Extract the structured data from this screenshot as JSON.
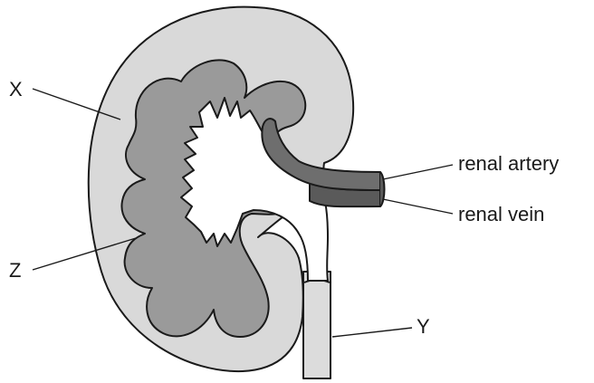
{
  "labels": {
    "x": "X",
    "y": "Y",
    "z": "Z",
    "renal_artery": "renal artery",
    "renal_vein": "renal vein"
  },
  "colors": {
    "cortex": "#d9d9d9",
    "medulla": "#9a9a9a",
    "pelvis": "#ffffff",
    "ureter": "#dcdcdc",
    "renal_artery": "#6e6e6e",
    "renal_vein": "#5a5a5a",
    "outline": "#1a1a1a"
  }
}
